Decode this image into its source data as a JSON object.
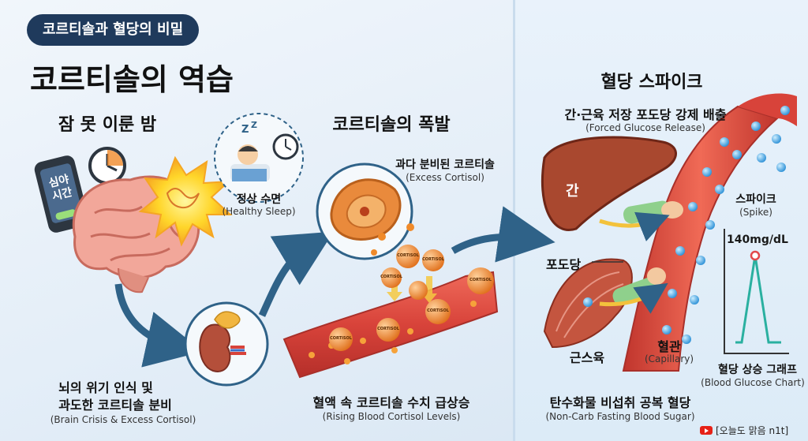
{
  "badge": "코르티솔과 혈당의 비밀",
  "main_title": "코르티솔의 역습",
  "panel1": {
    "title": "잠 못 이룬 밤",
    "phone_text_1": "심야",
    "phone_text_2": "시간",
    "healthy_sleep_kr": "정상 수면",
    "healthy_sleep_en": "(Healthy Sleep)",
    "caption_kr_1": "뇌의 위기 인식 및",
    "caption_kr_2": "과도한 코르티솔 분비",
    "caption_en": "(Brain Crisis & Excess Cortisol)"
  },
  "panel2": {
    "title": "코르티솔의 폭발",
    "excess_kr": "과다 분비된 코르티솔",
    "excess_en": "(Excess Cortisol)",
    "molecule_label": "CORTISOL",
    "caption_kr": "혈액 속 코르티솔 수치 급상승",
    "caption_en": "(Rising Blood Cortisol Levels)"
  },
  "panel3": {
    "title": "혈당 스파이크",
    "forced_kr": "간·근육 저장 포도당 강제 배출",
    "forced_en": "(Forced Glucose Release)",
    "liver_label": "간",
    "glucose_label": "포도당",
    "muscle_label": "근스육",
    "capillary_kr": "혈관",
    "capillary_en": "(Capillary)",
    "spike_kr": "스파이크",
    "spike_en": "(Spike)",
    "spike_value": "140mg/dL",
    "chart_kr": "혈당 상승 그래프",
    "chart_en": "(Blood Glucose Chart)",
    "caption_kr": "탄수화물 비섭취 공복 혈당",
    "caption_en": "(Non-Carb Fasting Blood Sugar)"
  },
  "footer": {
    "channel": "[오늘도 맑음 n1t]"
  },
  "colors": {
    "badge_bg": "#1f3a5c",
    "vessel": "#d8433a",
    "cortisol": "#f08a2a",
    "glucose": "#3aa0e0",
    "liver": "#a9482f",
    "arrow": "#2f6288"
  }
}
